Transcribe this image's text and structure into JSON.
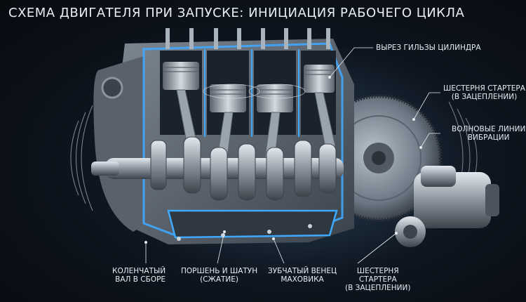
{
  "title": "СХЕМА ДВИГАТЕЛЯ ПРИ ЗАПУСКЕ: ИНИЦИАЦИЯ РАБОЧЕГО ЦИКЛА",
  "labels": {
    "cylinder_liner": "ВЫРЕЗ ГИЛЬЗЫ ЦИЛИНДРА",
    "starter_gear_top_l1": "ШЕСТЕРНЯ СТАРТЕРА",
    "starter_gear_top_l2": "(В ЗАЦЕПЛЕНИИ)",
    "vibration_l1": "ВОЛНОВЫЕ ЛИНИИ",
    "vibration_l2": "ВИБРАЦИИ",
    "crankshaft_l1": "КОЛЕНЧАТЫЙ",
    "crankshaft_l2": "ВАЛ В СБОРЕ",
    "piston_l1": "ПОРШЕНЬ И ШАТУН",
    "piston_l2": "(СЖАТИЕ)",
    "ring_gear_l1": "ЗУБЧАТЫЙ ВЕНЕЦ",
    "ring_gear_l2": "МАХОВИКА",
    "starter_gear_bottom_l1": "ШЕСТЕРНЯ",
    "starter_gear_bottom_l2": "СТАРТЕРА",
    "starter_gear_bottom_l3": "(В ЗАЦЕПЛЕНИИ)"
  },
  "colors": {
    "glow": "#3fa9ff",
    "metal_light": "#c9d1d9",
    "metal_dark": "#4a525c",
    "text": "#e6ecf2"
  }
}
